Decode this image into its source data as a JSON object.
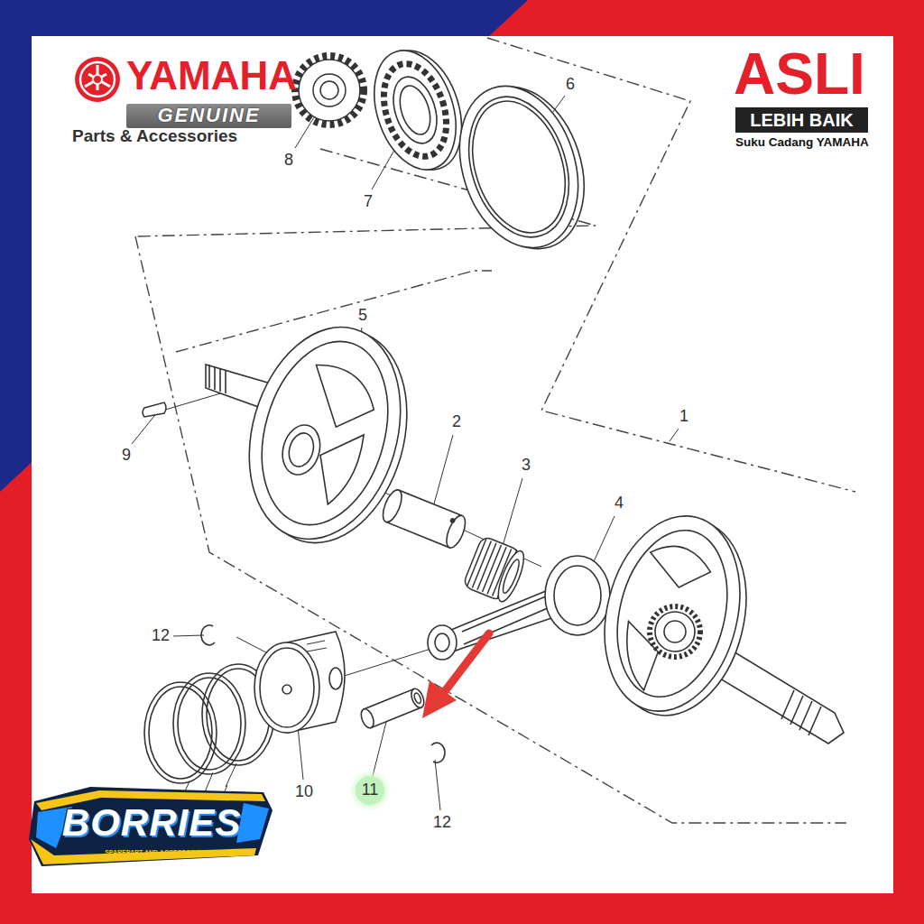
{
  "diagram": {
    "nodes": [
      {
        "text": [
          "GENUINE"
        ]
      },
      {
        "text": [
          "LEBIH BAIK"
        ]
      },
      {
        "text": [
          "11"
        ]
      }
    ],
    "labels": [
      "YAMAHA",
      "Parts & Accessories",
      "ASLI",
      "Suku Cadang YAMAHA",
      "8",
      "7",
      "6",
      "5",
      "9",
      "2",
      "3",
      "4",
      "1",
      "12",
      "10",
      "12",
      "BORRIES",
      "SPAREPART AND ACCESSORIES"
    ]
  }
}
